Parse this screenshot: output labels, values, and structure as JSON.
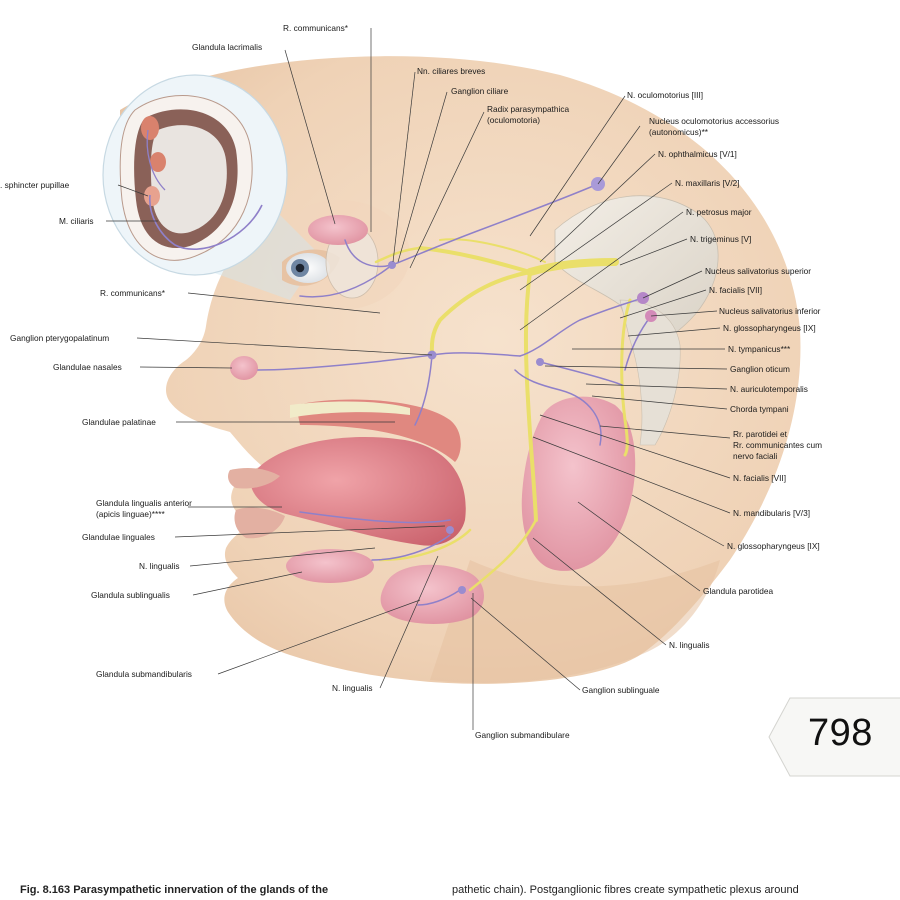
{
  "labels": {
    "r_communicans_top": "R. communicans*",
    "glandula_lacrimalis": "Glandula lacrimalis",
    "nn_ciliares_breves": "Nn. ciliares breves",
    "ganglion_ciliare": "Ganglion ciliare",
    "radix_parasympathica_1": "Radix parasympathica",
    "radix_parasympathica_2": "(oculomotoria)",
    "n_oculomotorius": "N. oculomotorius [III]",
    "nucleus_oculomotorius_1": "Nucleus oculomotorius accessorius",
    "nucleus_oculomotorius_2": "(autonomicus)**",
    "n_ophthalmicus": "N. ophthalmicus [V/1]",
    "m_sphincter_pupillae": ". sphincter pupillae",
    "n_maxillaris": "N. maxillaris [V/2]",
    "m_ciliaris": "M. ciliaris",
    "n_petrosus_major": "N. petrosus major",
    "n_trigeminus": "N. trigeminus [V]",
    "nucleus_salivatorius_superior": "Nucleus salivatorius superior",
    "r_communicans_mid": "R. communicans*",
    "n_facialis_top": "N. facialis [VII]",
    "nucleus_salivatorius_inferior": "Nucleus salivatorius inferior",
    "ganglion_pterygopalatinum": "Ganglion pterygopalatinum",
    "n_glossopharyngeus_top": "N. glossopharyngeus [IX]",
    "n_tympanicus": "N. tympanicus***",
    "glandulae_nasales": "Glandulae nasales",
    "ganglion_oticum": "Ganglion oticum",
    "n_auriculotemporalis": "N. auriculotemporalis",
    "chorda_tympani": "Chorda tympani",
    "glandulae_palatinae": "Glandulae palatinae",
    "rr_parotidei_1": "Rr. parotidei et",
    "rr_parotidei_2": "Rr. communicantes cum",
    "rr_parotidei_3": "nervo faciali",
    "n_facialis_bottom": "N. facialis [VII]",
    "glandula_lingualis_anterior_1": "Glandula lingualis anterior",
    "glandula_lingualis_anterior_2": "(apicis linguae)****",
    "n_mandibularis": "N. mandibularis [V/3]",
    "glandulae_linguales": "Glandulae linguales",
    "n_glossopharyngeus_bottom": "N. glossopharyngeus [IX]",
    "n_lingualis_left": "N. lingualis",
    "glandula_sublingualis": "Glandula sublingualis",
    "glandula_parotidea": "Glandula parotidea",
    "n_lingualis_right": "N. lingualis",
    "glandula_submandibularis": "Glandula submandibularis",
    "n_lingualis_bottom": "N. lingualis",
    "ganglion_sublinguale": "Ganglion sublinguale",
    "ganglion_submandibulare": "Ganglion submandibulare"
  },
  "page_number": "798",
  "caption": {
    "left": "Fig. 8.163   Parasympathetic innervation of the glands of the",
    "right": "pathetic chain). Postganglionic fibres create sympathetic plexus around"
  },
  "colors": {
    "skin": "#f3dcc4",
    "nerve_yellow": "#eadf6a",
    "nerve_purple": "#8f80c9",
    "gland_pink": "#e8a7b3",
    "tongue_red": "#d9757e"
  }
}
